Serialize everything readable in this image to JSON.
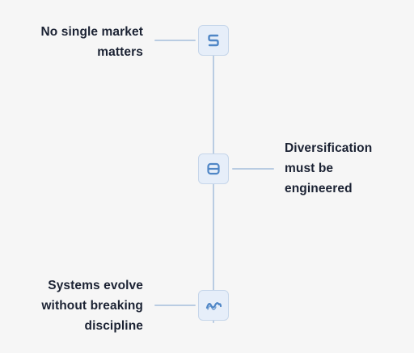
{
  "accent_color": "#4f86c6",
  "line_color": "#b9cce2",
  "node_fill": "#e6eef9",
  "text_color": "#1b2233",
  "background": "#f6f6f6",
  "timeline": {
    "items": [
      {
        "side": "left",
        "icon": "s-letter-icon",
        "lines": [
          "No single market",
          "matters"
        ]
      },
      {
        "side": "right",
        "icon": "stack-icon",
        "lines": [
          "Diversification",
          "must be",
          "engineered"
        ]
      },
      {
        "side": "left",
        "icon": "wave-icon",
        "lines": [
          "Systems evolve",
          "without breaking",
          "discipline"
        ]
      }
    ]
  }
}
